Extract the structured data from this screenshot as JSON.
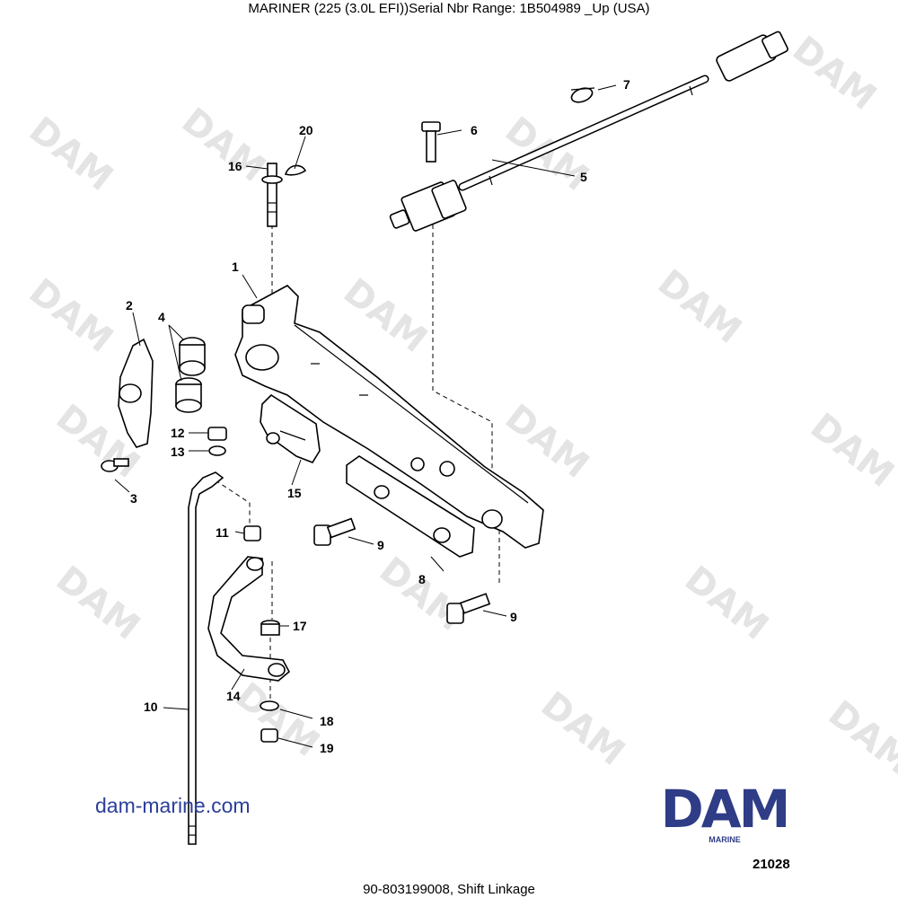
{
  "header": {
    "title": "MARINER (225 (3.0L EFI))Serial Nbr Range: 1B504989 _Up (USA)"
  },
  "footer": {
    "caption": "90-803199008, Shift Linkage",
    "figure_number": "21028"
  },
  "branding": {
    "website": "dam-marine.com",
    "logo_text": "DAM",
    "logo_subtext": "MARINE",
    "watermark_text": "DAM",
    "brand_color": "#2f3c86",
    "link_color": "#2b3f9a"
  },
  "callouts": {
    "c1": "1",
    "c2": "2",
    "c3": "3",
    "c4": "4",
    "c5": "5",
    "c6": "6",
    "c7": "7",
    "c8": "8",
    "c9a": "9",
    "c9b": "9",
    "c10": "10",
    "c11": "11",
    "c12": "12",
    "c13": "13",
    "c14": "14",
    "c15": "15",
    "c16": "16",
    "c17": "17",
    "c18": "18",
    "c19": "19",
    "c20": "20"
  }
}
